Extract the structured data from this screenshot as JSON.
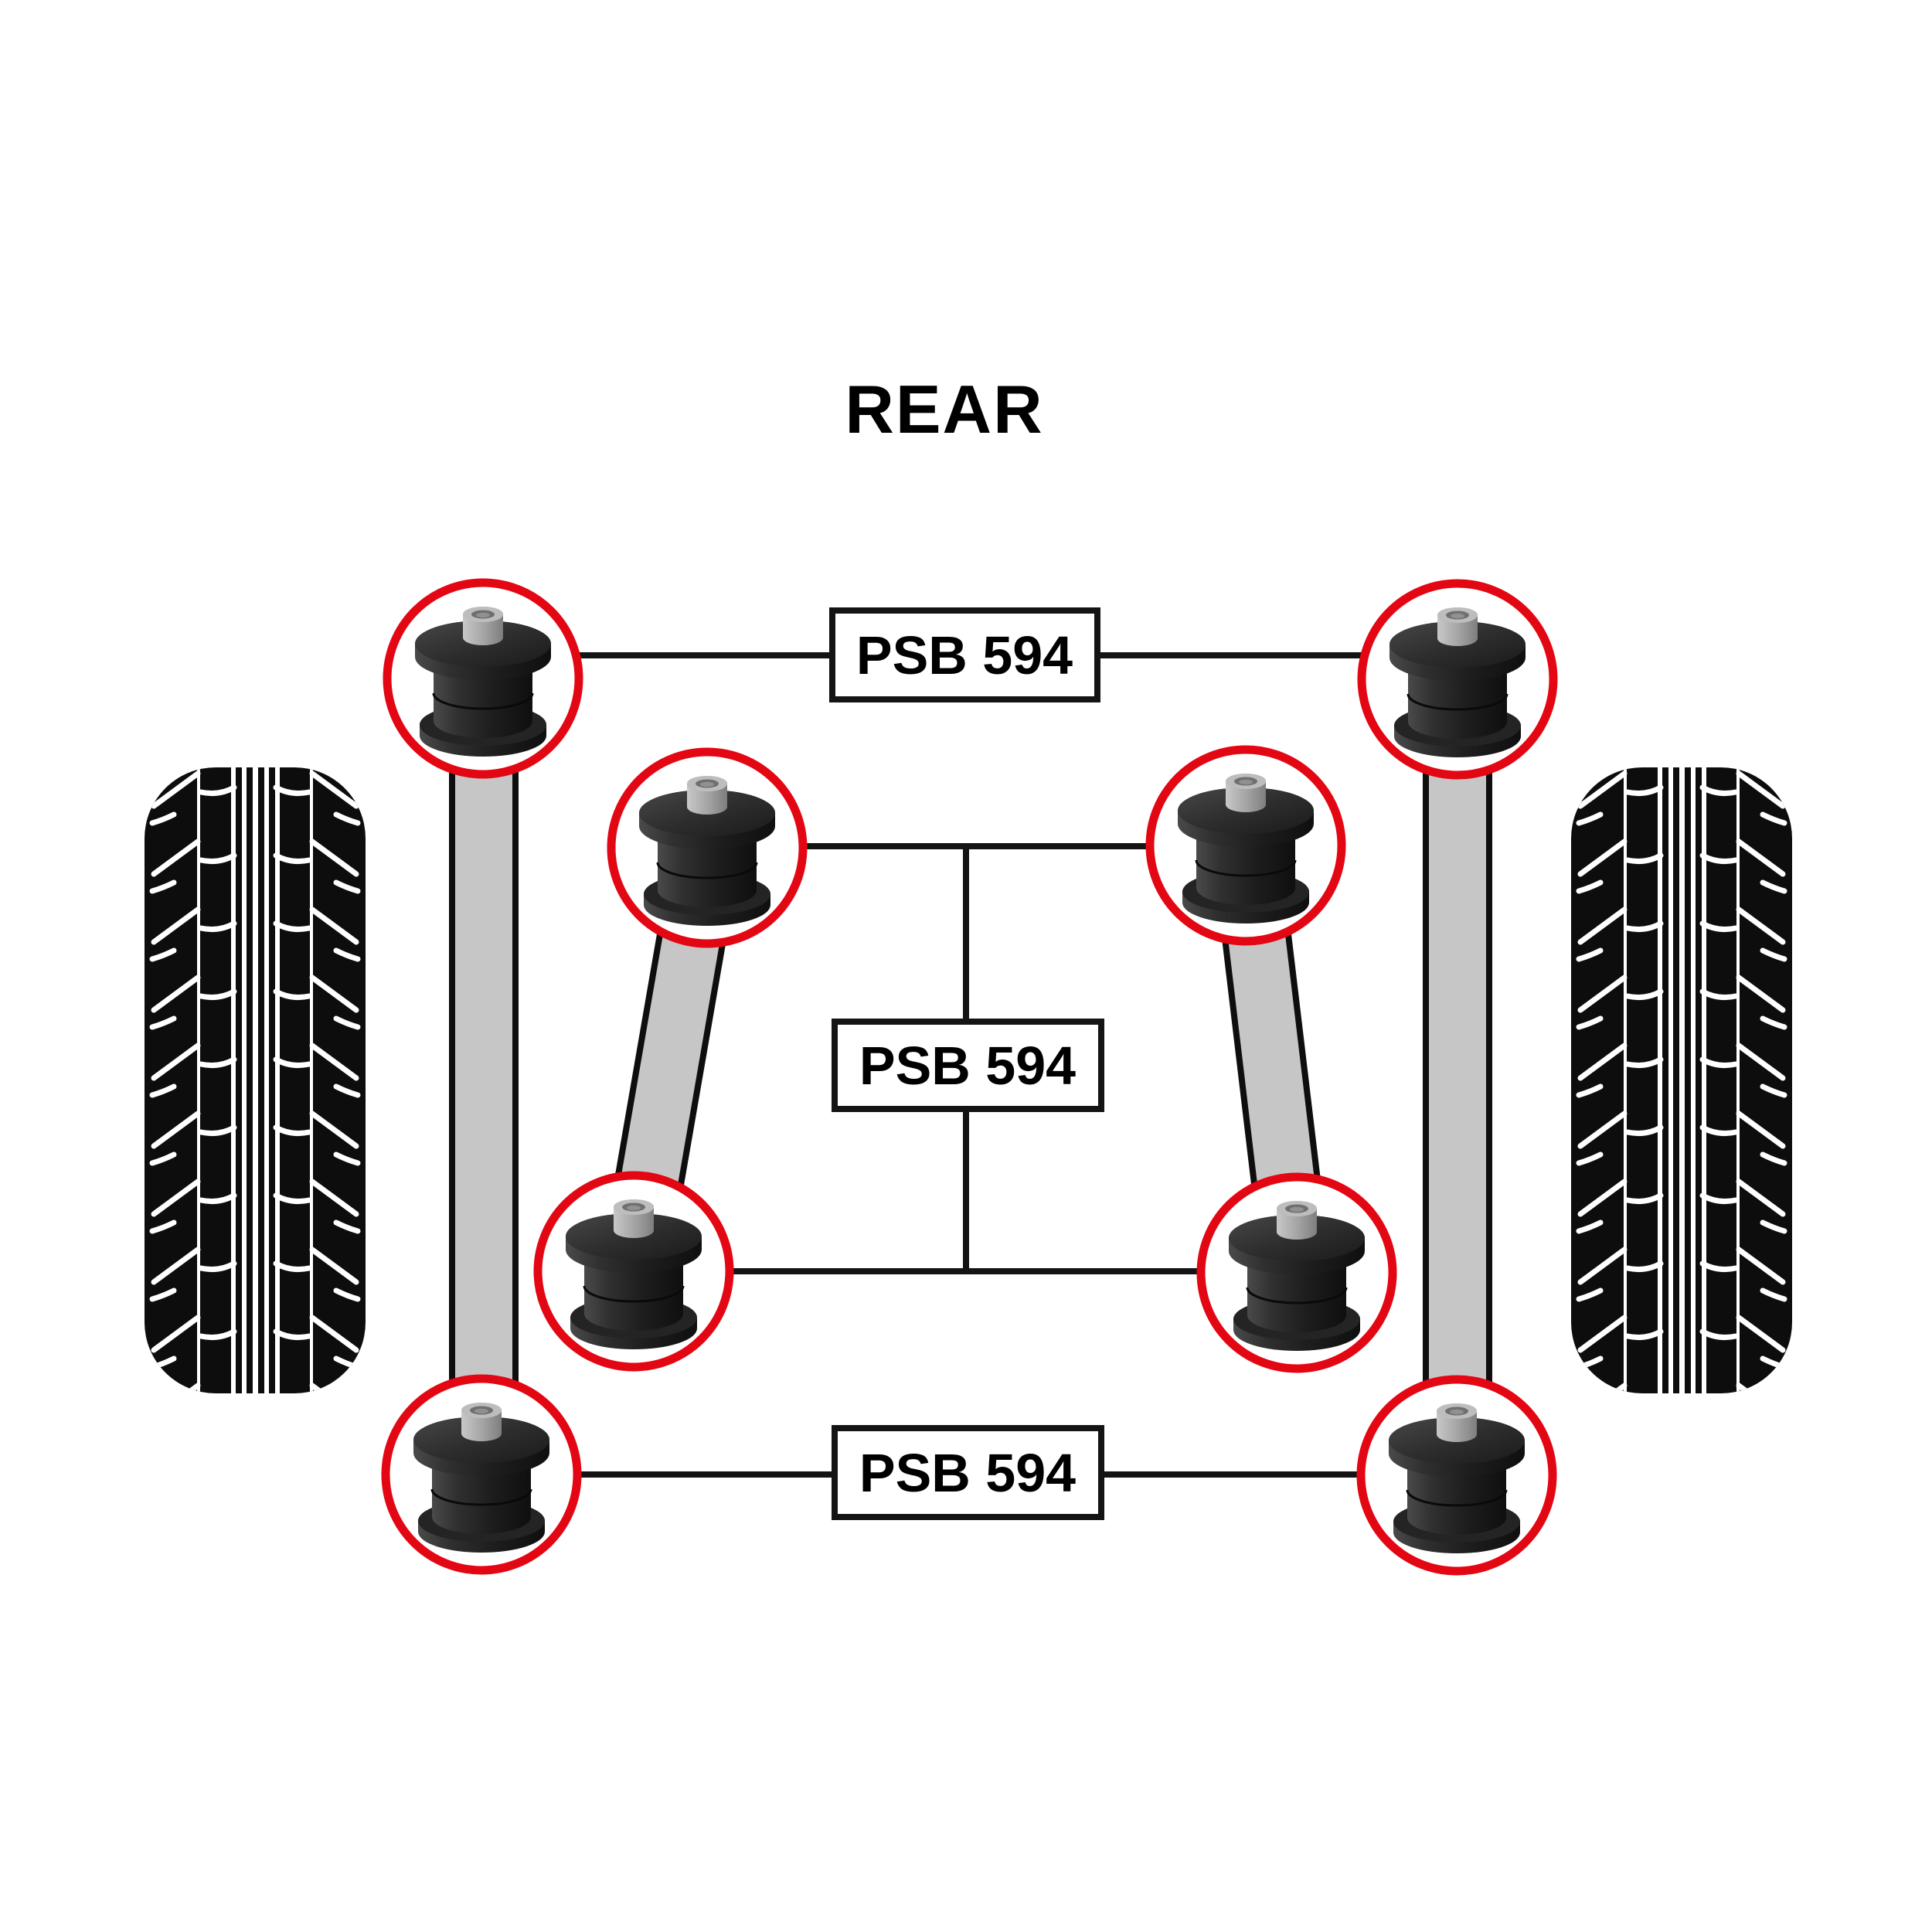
{
  "diagram": {
    "title": "REAR",
    "labels": {
      "top": "PSB 594",
      "middle": "PSB 594",
      "bottom": "PSB 594"
    },
    "colors": {
      "highlight_red": "#e30613",
      "arm_gray": "#c6c6c6",
      "line_black": "#141414",
      "tire_black": "#0d0d0d",
      "background": "#ffffff"
    }
  }
}
